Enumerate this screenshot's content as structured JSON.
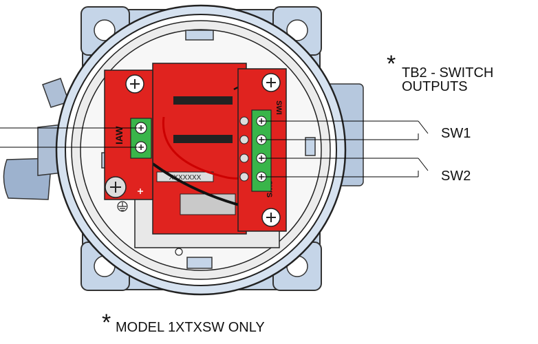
{
  "annotations": {
    "tb2_title_line1": "TB2 - SWITCH",
    "tb2_title_line2": "OUTPUTS",
    "sw1_label": "SW1",
    "sw2_label": "SW2",
    "footnote_text": "MODEL 1XTXSW ONLY",
    "asterisk": "*"
  },
  "board_markings": {
    "left_board_text": "IAW",
    "right_board_text_top": "SWI",
    "right_board_text_bottom": "SWS",
    "chip_text": "XXXXXXX"
  },
  "colors": {
    "housing": "#c5d5e8",
    "housing_dark": "#8fa6c2",
    "board_red": "#e0231f",
    "terminal_green": "#39b54a",
    "wire": "#000000"
  },
  "icons": [
    "screw-icon",
    "ground-symbol-icon",
    "terminal-screw-icon"
  ]
}
